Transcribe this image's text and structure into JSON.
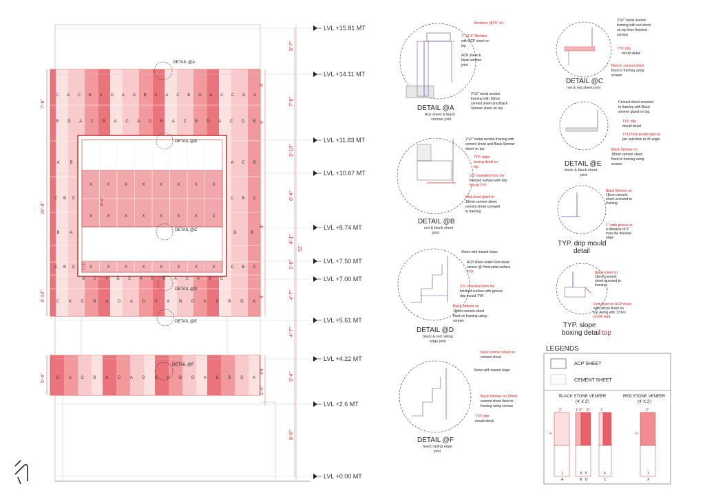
{
  "levels": [
    {
      "label": "LVL +15.81 MT"
    },
    {
      "label": "LVL +14.11 MT"
    },
    {
      "label": "LVL +11.83 MT"
    },
    {
      "label": "LVL +10.67 MT"
    },
    {
      "label": "LVL +8.74 MT"
    },
    {
      "label": "LVL +7.50 MT"
    },
    {
      "label": "LVL +7.00 MT"
    },
    {
      "label": "LVL +5.61 MT"
    },
    {
      "label": "LVL +4.22 MT"
    },
    {
      "label": "LVL +2.6 MT"
    },
    {
      "label": "LVL +0.00 MT"
    }
  ],
  "right_dims": [
    "5'-7\"",
    "4'",
    "7'-6\"",
    "4'",
    "3'-10\"",
    "6'-4\"",
    "4'",
    "4'-1\"",
    "1'-8\"",
    "52'",
    "4'",
    "4'-7\"",
    "4'",
    "4'-7\"",
    "4'",
    "5'-4\"",
    "1'-4\"",
    "8'-6\""
  ],
  "left_dims": [
    "7'-6\"",
    "19'-8\"",
    "4'-10\"",
    "5'-4\""
  ],
  "mid_dims": [
    "8'-4\"",
    "1'-5\""
  ],
  "detail_tags": [
    "DETAIL @A",
    "DETAIL @B",
    "DETAIL @C",
    "DETAIL @D",
    "DETAIL @E",
    "DETAIL @F"
  ],
  "rows": {
    "r1": [
      "C",
      "A",
      "C",
      "B",
      "A",
      "D",
      "A",
      "D",
      "B",
      "C",
      "A",
      "C",
      "B",
      "D",
      "A",
      "C",
      "C",
      "D",
      "A"
    ],
    "r2": [
      "B",
      "D",
      "A",
      "C",
      "B",
      "A",
      "C",
      "A",
      "D",
      "B",
      "A",
      "C",
      "B",
      "D",
      "A",
      "C",
      "D",
      "B"
    ],
    "r3": [
      "A",
      "B"
    ],
    "r3r": [
      "A",
      "C",
      "B"
    ],
    "r4": [
      "C",
      "B",
      "C"
    ],
    "r4r": [
      "C",
      "B",
      "C"
    ],
    "r5": [
      "B",
      "A"
    ],
    "r5r": [
      "D",
      "B"
    ],
    "r6": [
      "C",
      "B",
      "C"
    ],
    "r6r": [
      "C",
      "B",
      "C"
    ],
    "r7": [
      "B",
      "C",
      "A",
      "D",
      "C",
      "A",
      "D",
      "B",
      "A",
      "C",
      "A",
      "B",
      "C"
    ],
    "r8": [
      "C",
      "A",
      "C",
      "B",
      "A",
      "D",
      "A",
      "D",
      "C",
      "A",
      "B",
      "D",
      "A",
      "C",
      "B",
      "D",
      "A"
    ],
    "rf": [
      "C",
      "A",
      "C",
      "B",
      "A",
      "D",
      "A",
      "D",
      "C",
      "A",
      "B",
      "D",
      "A",
      "C",
      "B",
      "D",
      "A"
    ],
    "xrow": [
      "X",
      "X",
      "X",
      "X",
      "X",
      "X",
      "X",
      "X"
    ]
  },
  "details": {
    "A": {
      "title": "DETAIL @A",
      "sub1": "Acp sheet & black",
      "sub2": "simmer joint",
      "n1": "Members @1'6\" c/c",
      "n2": "1\" X1.5\" Member",
      "n3": "with ACP sheet on",
      "n4": "top",
      "n5": "ACP sheet &",
      "n6": "black simmer",
      "n7": "joint",
      "n8": "2\"x2\" metal section",
      "n9": "framing with 18mm",
      "n10": "cement sheet and Black",
      "n11": "Simmer sheet on top"
    },
    "B": {
      "title": "DETAIL @B",
      "sub1": "red & black sheet",
      "sub2": "joint",
      "n1": "2\"x2\" metal section framing with",
      "n2": "cement sheet and  Black Simmer",
      "n3": "sheet on top",
      "n4": "TYP. slope",
      "n5": "boxing detail on",
      "n6": "top",
      "n7": "3.5\" extended from the",
      "n8": "finished surface with drip",
      "n9": "mould TYP.",
      "n10": "Red sheet glued to",
      "n11": "18mm cement sheet.",
      "n12": "cement sheet screwed",
      "n13": "to framing"
    },
    "C": {
      "title": "DETAIL @C",
      "sub1": "red & red sheet joint",
      "n1": "2\"x2\" metal section",
      "n2": "framing with red sheet",
      "n3": "on top from finished",
      "n4": "surface",
      "n5": "TYP.  drip",
      "n6": "mould detail",
      "n7": "Red on cement sheet",
      "n8": "fixed to framing using",
      "n9": "screws"
    },
    "D": {
      "title": "DETAIL @D",
      "sub1": "black & red railing",
      "sub2": "edge joint",
      "n1": "Stone with inward slope",
      "n2": "ACP sheet under Red stone",
      "n3": "veneer @ Horizontal surface",
      "n4": "TYP.",
      "n5": "3.5\" extended from the",
      "n6": "finished surface with groove",
      "n7": "drip mould  TYP.",
      "n8": "Black Simmer on",
      "n9": "18mm cement sheet",
      "n10": "fixed on framing using",
      "n11": "screws"
    },
    "E": {
      "title": "DETAIL @E",
      "sub1": "black & black sheet",
      "sub2": "joint",
      "n1": "Cement sheet screwed",
      "n2": "to framing with Black",
      "n3": "simmer glued on top.",
      "n4": "TYP.  drip",
      "n5": "mould detail",
      "n6": "17X17mm profile light as",
      "n7": "per selection at 45 angel",
      "n8": "Black Simmer on",
      "n9": "18mm cement sheet",
      "n10": "fixed to framing using",
      "n11": "screws"
    },
    "F": {
      "title": "DETAIL @F",
      "sub1": "black railing edge",
      "sub2": "joint",
      "n1": "black simmer sheet on",
      "n2": "cement sheet",
      "n3": "Stone with inward slope",
      "n4": "Black Simmer on 18mm",
      "n5": "cement sheet fixed to",
      "n6": "framing using screws",
      "n7": "TYP.  drip",
      "n8": "mould detail"
    },
    "G": {
      "title": "TYP.  drip mould",
      "title2": "detail",
      "n1": "Black Simmer on",
      "n2": "18mm cement",
      "n3": "sheet screwed to",
      "n4": "framing",
      "n5": "1\" wide groove at",
      "n6": "a distance of 2\"",
      "n7": "from the finished",
      "n8": "edge"
    },
    "H": {
      "title": "TYP.  slope",
      "title2": "boxing detail",
      "title3": "top",
      "n1": "Black sheet on",
      "n2": "18mm cement",
      "n3": "sheet screwed to",
      "n4": "framing",
      "n5": "Red sheet on ACP sheet,",
      "n6": "with silicon finish on",
      "n7": "top.Along with 17mm",
      "n8": "profile light."
    }
  },
  "legends": {
    "title": "LEGENDS",
    "acp": "ACP SHEET",
    "cement": "CEMENT SHEET",
    "black_veneer": "BLACK STONE VENEER",
    "black_size": "(4' X 2')",
    "red_veneer": "RED STONE VENEER",
    "red_size": "(4' X 2')",
    "d_2": "2'",
    "d_14": "1'-4\"",
    "d_8": "8\"",
    "d_1": "1'",
    "d_4": "4'",
    "n_1": "1",
    "n_8": "8",
    "n_5": "5",
    "t_A": "A",
    "t_B": "B",
    "t_D": "D",
    "t_C": "C",
    "t_X": "X"
  },
  "colors": {
    "red_dark": "#e8606a",
    "red_mid": "#f08c92",
    "red_light": "#f8c6c8",
    "red_pale": "#fce0e1",
    "accent": "#e02020"
  }
}
